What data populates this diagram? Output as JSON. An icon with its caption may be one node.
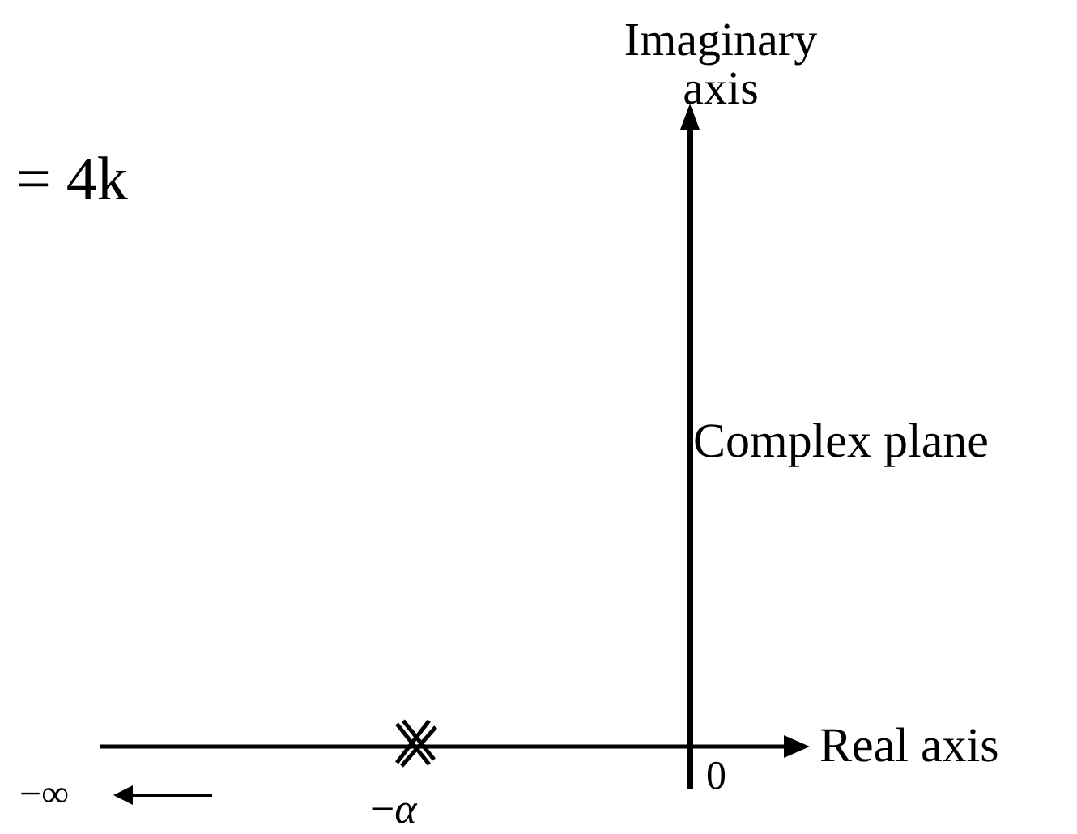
{
  "diagram": {
    "labels": [
      "Imaginary axis",
      "= 4k",
      "Complex plane",
      "Real axis",
      "0",
      "−∞",
      "−*α*"
    ]
  }
}
